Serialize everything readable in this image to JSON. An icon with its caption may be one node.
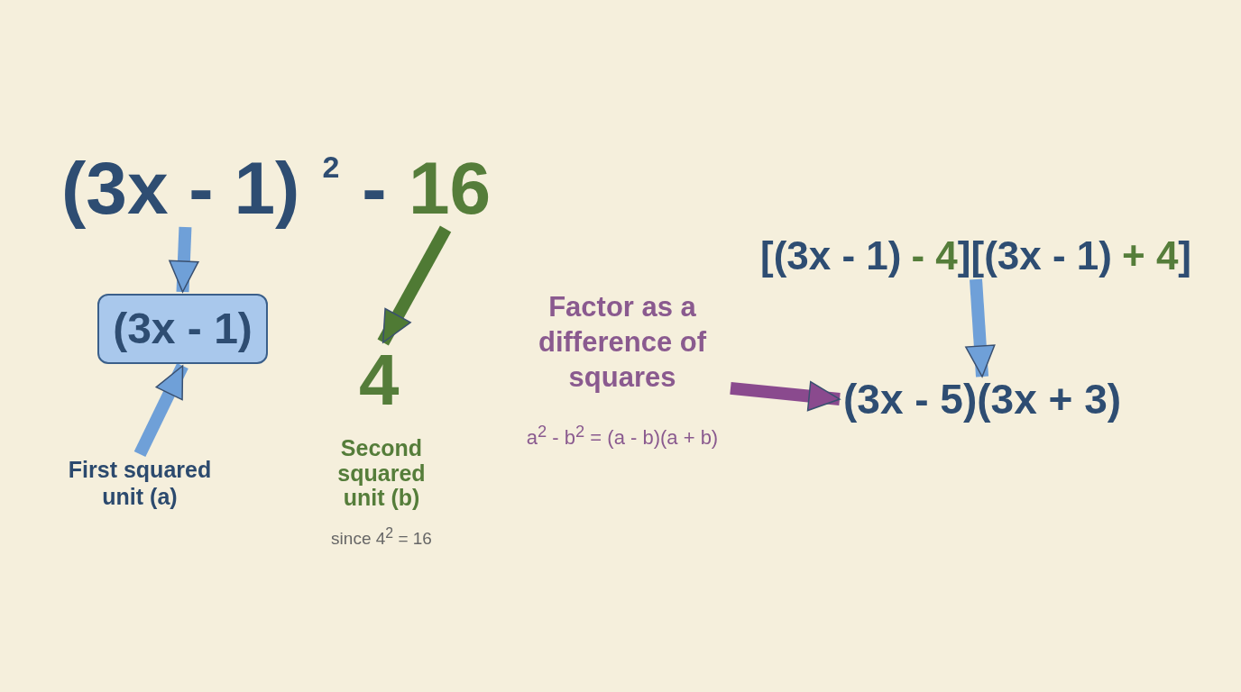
{
  "diagram": {
    "nodes": [
      {
        "text": [
          "(3x - 1)"
        ]
      },
      {
        "text": [
          "16"
        ]
      },
      {
        "text": [
          "(3x - 1)"
        ]
      },
      {
        "text": [
          "4"
        ]
      },
      {
        "text": [
          "First squared unit (a)"
        ]
      },
      {
        "text": [
          "Factor as a difference of squares",
          "a$^{2}$ - b$^{2}$ = (a - b)(a + b)"
        ]
      },
      {
        "text": [
          "[(3x - 1)",
          "- 4",
          "][(3x - 1)",
          "+ 4",
          "]"
        ]
      },
      {
        "text": [
          "(3x - 5)(3x + 3)"
        ]
      }
    ],
    "edges": [
      {
        "from": 0,
        "to": 2,
        "arrow": "to"
      },
      {
        "from": 1,
        "to": 3,
        "arrow": "to",
        "color": "#4f7a34"
      },
      {
        "from": 4,
        "to": 2,
        "arrow": "to"
      },
      {
        "from": 5,
        "to": 7,
        "arrow": "to",
        "color": "#8a4a8e"
      },
      {
        "from": 6,
        "to": 7,
        "arrow": "to"
      }
    ],
    "labels": [
      "2",
      "-",
      "Second squared unit (b)",
      "since 4$^{2}$ = 16"
    ]
  }
}
